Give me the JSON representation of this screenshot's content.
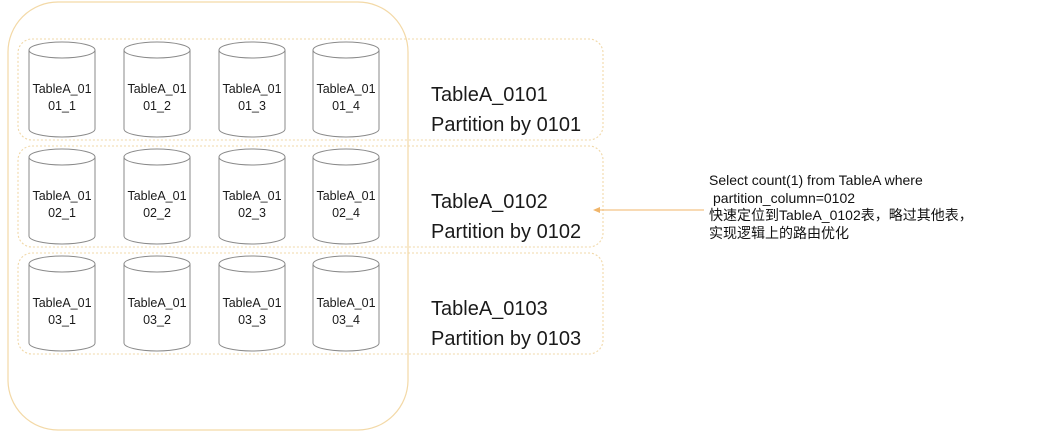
{
  "colors": {
    "outline": "#f3d9a7",
    "group_border": "#f1d8a8",
    "cylinder": "#8a8a8a",
    "arrow": "#f0b56a",
    "text": "#1a1a1a"
  },
  "groups": [
    {
      "title": "TableA_0101",
      "subtitle": "Partition by 0101",
      "cylinders": [
        [
          "TableA_01",
          "01_1"
        ],
        [
          "TableA_01",
          "01_2"
        ],
        [
          "TableA_01",
          "01_3"
        ],
        [
          "TableA_01",
          "01_4"
        ]
      ]
    },
    {
      "title": "TableA_0102",
      "subtitle": "Partition by 0102",
      "cylinders": [
        [
          "TableA_01",
          "02_1"
        ],
        [
          "TableA_01",
          "02_2"
        ],
        [
          "TableA_01",
          "02_3"
        ],
        [
          "TableA_01",
          "02_4"
        ]
      ]
    },
    {
      "title": "TableA_0103",
      "subtitle": "Partition by 0103",
      "cylinders": [
        [
          "TableA_01",
          "03_1"
        ],
        [
          "TableA_01",
          "03_2"
        ],
        [
          "TableA_01",
          "03_3"
        ],
        [
          "TableA_01",
          "03_4"
        ]
      ]
    }
  ],
  "note": {
    "line1": "Select count(1) from TableA where",
    "line2": "partition_column=0102",
    "line3": "快速定位到TableA_0102表，略过其他表，",
    "line4": "实现逻辑上的路由优化"
  }
}
